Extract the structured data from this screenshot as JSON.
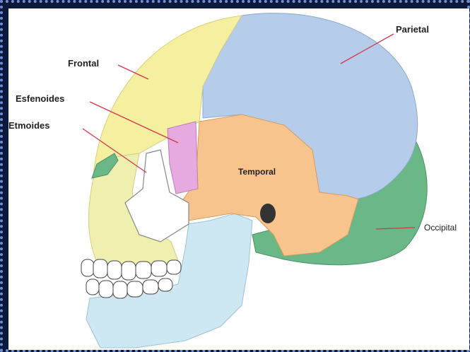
{
  "labels": {
    "frontal": "Frontal",
    "parietal": "Parietal",
    "esfenoides": "Esfenoides",
    "etmoides": "Etmoides",
    "temporal": "Temporal",
    "occipital": "Occipital"
  },
  "colors": {
    "frontal": "#f5efa0",
    "parietal": "#b5ccea",
    "esfenoides": "#e6a9e0",
    "temporal": "#f8c48e",
    "occipital": "#6ab787",
    "mandible": "#cde8f2",
    "leader_line": "#d8364a",
    "frame": "#6f8fd6",
    "background": "#0b1a3c"
  }
}
